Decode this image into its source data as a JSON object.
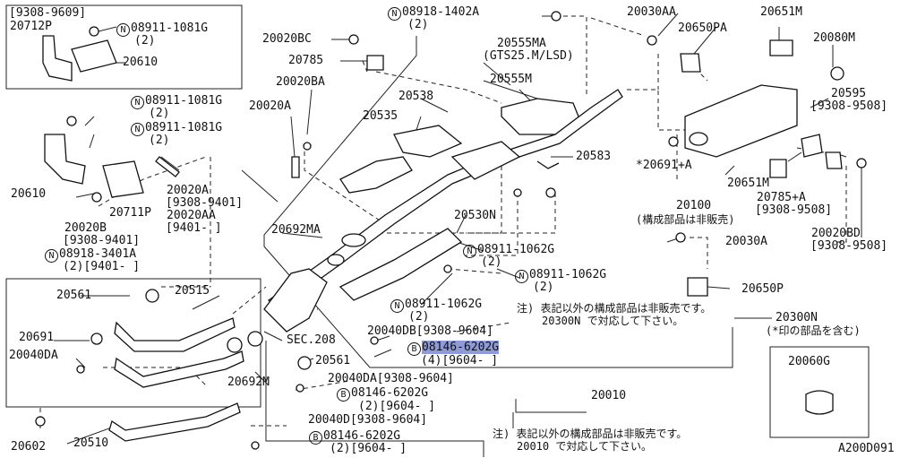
{
  "diagram_code": "A200D091",
  "labels": {
    "p1": "[9308-9609]",
    "p2": "20712P",
    "p3": "08911-1081G",
    "p3b": "(2)",
    "p4": "20610",
    "p5": "08918-1402A",
    "p5b": "(2)",
    "p6": "20020BC",
    "p7": "20785",
    "p8": "20020BA",
    "p9": "20020A",
    "p10": "20555MA",
    "p11": "(GTS25.M/LSD)",
    "p12": "20555M",
    "p13": "20538",
    "p14": "20535",
    "p15": "20030AA",
    "p16": "20650PA",
    "p17": "20651M",
    "p18": "20080M",
    "p19": "20595",
    "p20": "[9308-9508]",
    "p21": "08911-1081G",
    "p21b": "(2)",
    "p22": "08911-1081G",
    "p22b": "(2)",
    "p23": "20610",
    "p24": "20711P",
    "p25": "20020A",
    "p26": "[9308-9401]",
    "p27": "20020AA",
    "p28": "[9401-    ]",
    "p29": "20020B",
    "p30": "[9308-9401]",
    "p31": "08918-3401A",
    "p31b": "(2)[9401-    ]",
    "p32": "20583",
    "p33": "*20691+A",
    "p34": "20651M",
    "p35": "20785+A",
    "p36": "[9308-9508]",
    "p37": "20100",
    "p38": "(構成部品は非販売)",
    "p39": "20692MA",
    "p40": "20530N",
    "p41": "08911-1062G",
    "p41b": "(2)",
    "p42": "08911-1062G",
    "p42b": "(2)",
    "p43": "20030A",
    "p44": "20020BD",
    "p45": "[9308-9508]",
    "p46": "20650P",
    "p47": "20561",
    "p48": "20515",
    "p49": "20691",
    "p50": "20040DA",
    "p51": "08911-1062G",
    "p51b": "(2)",
    "p52": "注) 表記以外の構成部品は非販売です。",
    "p53": "20300N で対応して下さい。",
    "p54": "20300N",
    "p55": "(*印の部品を含む)",
    "p56": "SEC.208",
    "p57": "20040DB[9308-9604]",
    "p58": "08146-6202G",
    "p59": "(4)[9604-    ]",
    "p60": "20561",
    "p61": "20692M",
    "p62": "20040DA[9308-9604]",
    "p63": "08146-6202G",
    "p64": "(2)[9604-    ]",
    "p65": "20060G",
    "p66": "20010",
    "p67": "20040D[9308-9604]",
    "p68": "08146-6202G",
    "p69": "(2)[9604-    ]",
    "p70": "20602",
    "p71": "20510",
    "p72": "注) 表記以外の構成部品は非販売です。",
    "p73": "20010 で対応して下さい。"
  },
  "markers": {
    "N": "N",
    "B": "B"
  }
}
